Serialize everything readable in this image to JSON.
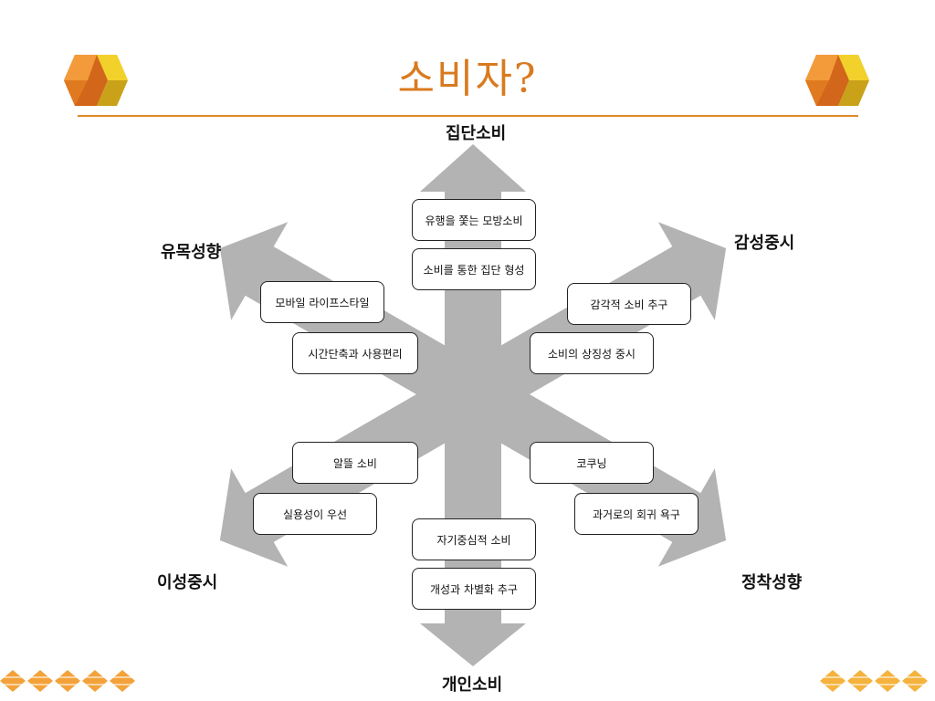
{
  "title": "소비자?",
  "axes": {
    "top": "집단소비",
    "bottom": "개인소비",
    "upper_left": "유목성향",
    "upper_right": "감성중시",
    "lower_left": "이성중시",
    "lower_right": "정착성향"
  },
  "boxes": {
    "top_1": "유행을 쫓는 모방소비",
    "top_2": "소비를 통한 집단 형성",
    "upper_left_1": "모바일 라이프스타일",
    "upper_left_2": "시간단축과 사용편리",
    "upper_right_1": "감각적 소비 추구",
    "upper_right_2": "소비의 상징성 중시",
    "lower_left_1": "알뜰 소비",
    "lower_left_2": "실용성이 우선",
    "lower_right_1": "코쿠닝",
    "lower_right_2": "과거로의 회귀 욕구",
    "bottom_1": "자기중심적 소비",
    "bottom_2": "개성과 차별화 추구"
  },
  "colors": {
    "accent": "#d97a1e",
    "arrow": "#b3b3b3",
    "diamond_left": "#f3a23a",
    "diamond_right": "#f5b23c"
  },
  "icons": {
    "logo": "cube-logo-icon",
    "decoration": "diamond-chain-icon"
  }
}
